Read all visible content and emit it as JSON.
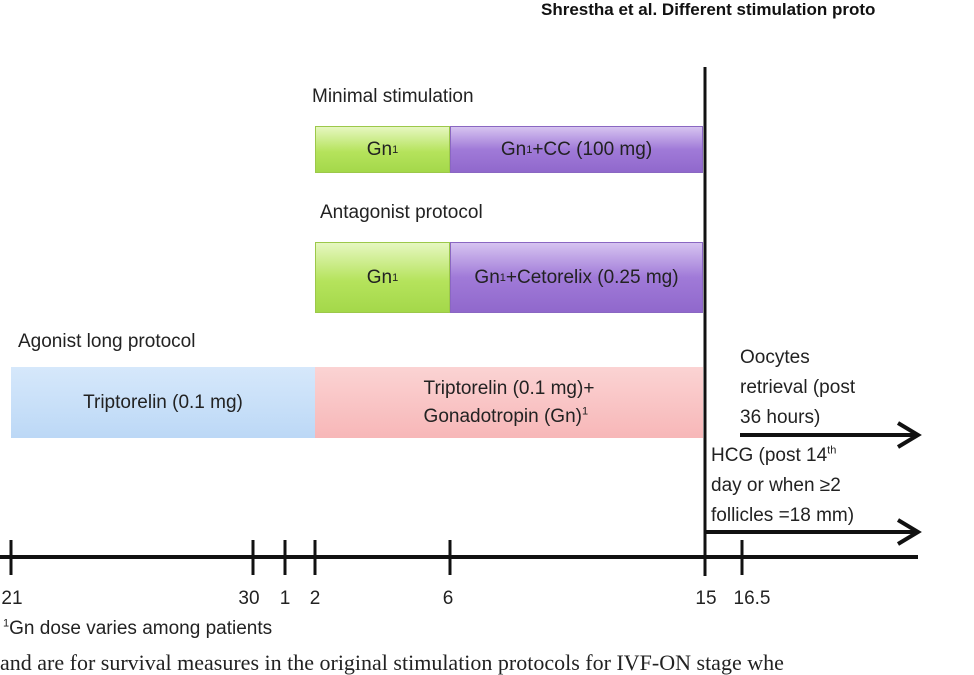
{
  "header": {
    "text": "Shrestha et al. Different stimulation proto"
  },
  "protocols": {
    "minimal": {
      "title": "Minimal stimulation",
      "segment1": {
        "text": "Gn",
        "sup": "1"
      },
      "segment2": {
        "pre": "Gn",
        "sup": "1",
        "post": "+CC (100 mg)"
      }
    },
    "antagonist": {
      "title": "Antagonist protocol",
      "segment1": {
        "text": "Gn",
        "sup": "1"
      },
      "segment2": {
        "pre": "Gn",
        "sup": "1",
        "post": "+Cetorelix (0.25 mg)"
      }
    },
    "agonist": {
      "title": "Agonist long protocol",
      "segment1": {
        "text": "Triptorelin (0.1 mg)"
      },
      "segment2": {
        "line1": "Triptorelin (0.1 mg)+",
        "line2": "Gonadotropin (Gn)",
        "sup": "1"
      }
    }
  },
  "annotations": {
    "oocytes": {
      "line1": "Oocytes",
      "line2": "retrieval (post",
      "line3": "36 hours)"
    },
    "hcg": {
      "line1_pre": "HCG (post 14",
      "line1_sup": "th",
      "line2": "day or when ≥2",
      "line3": "follicles =18 mm)"
    }
  },
  "timeline": {
    "ticks": [
      "21",
      "30",
      "1",
      "2",
      "6",
      "15",
      "16.5"
    ]
  },
  "footnote": {
    "sup": "1",
    "text": "Gn dose varies among patients"
  },
  "caption_fragment": "and are for survival measures in the original stimulation protocols for IVF-ON stage whe"
}
